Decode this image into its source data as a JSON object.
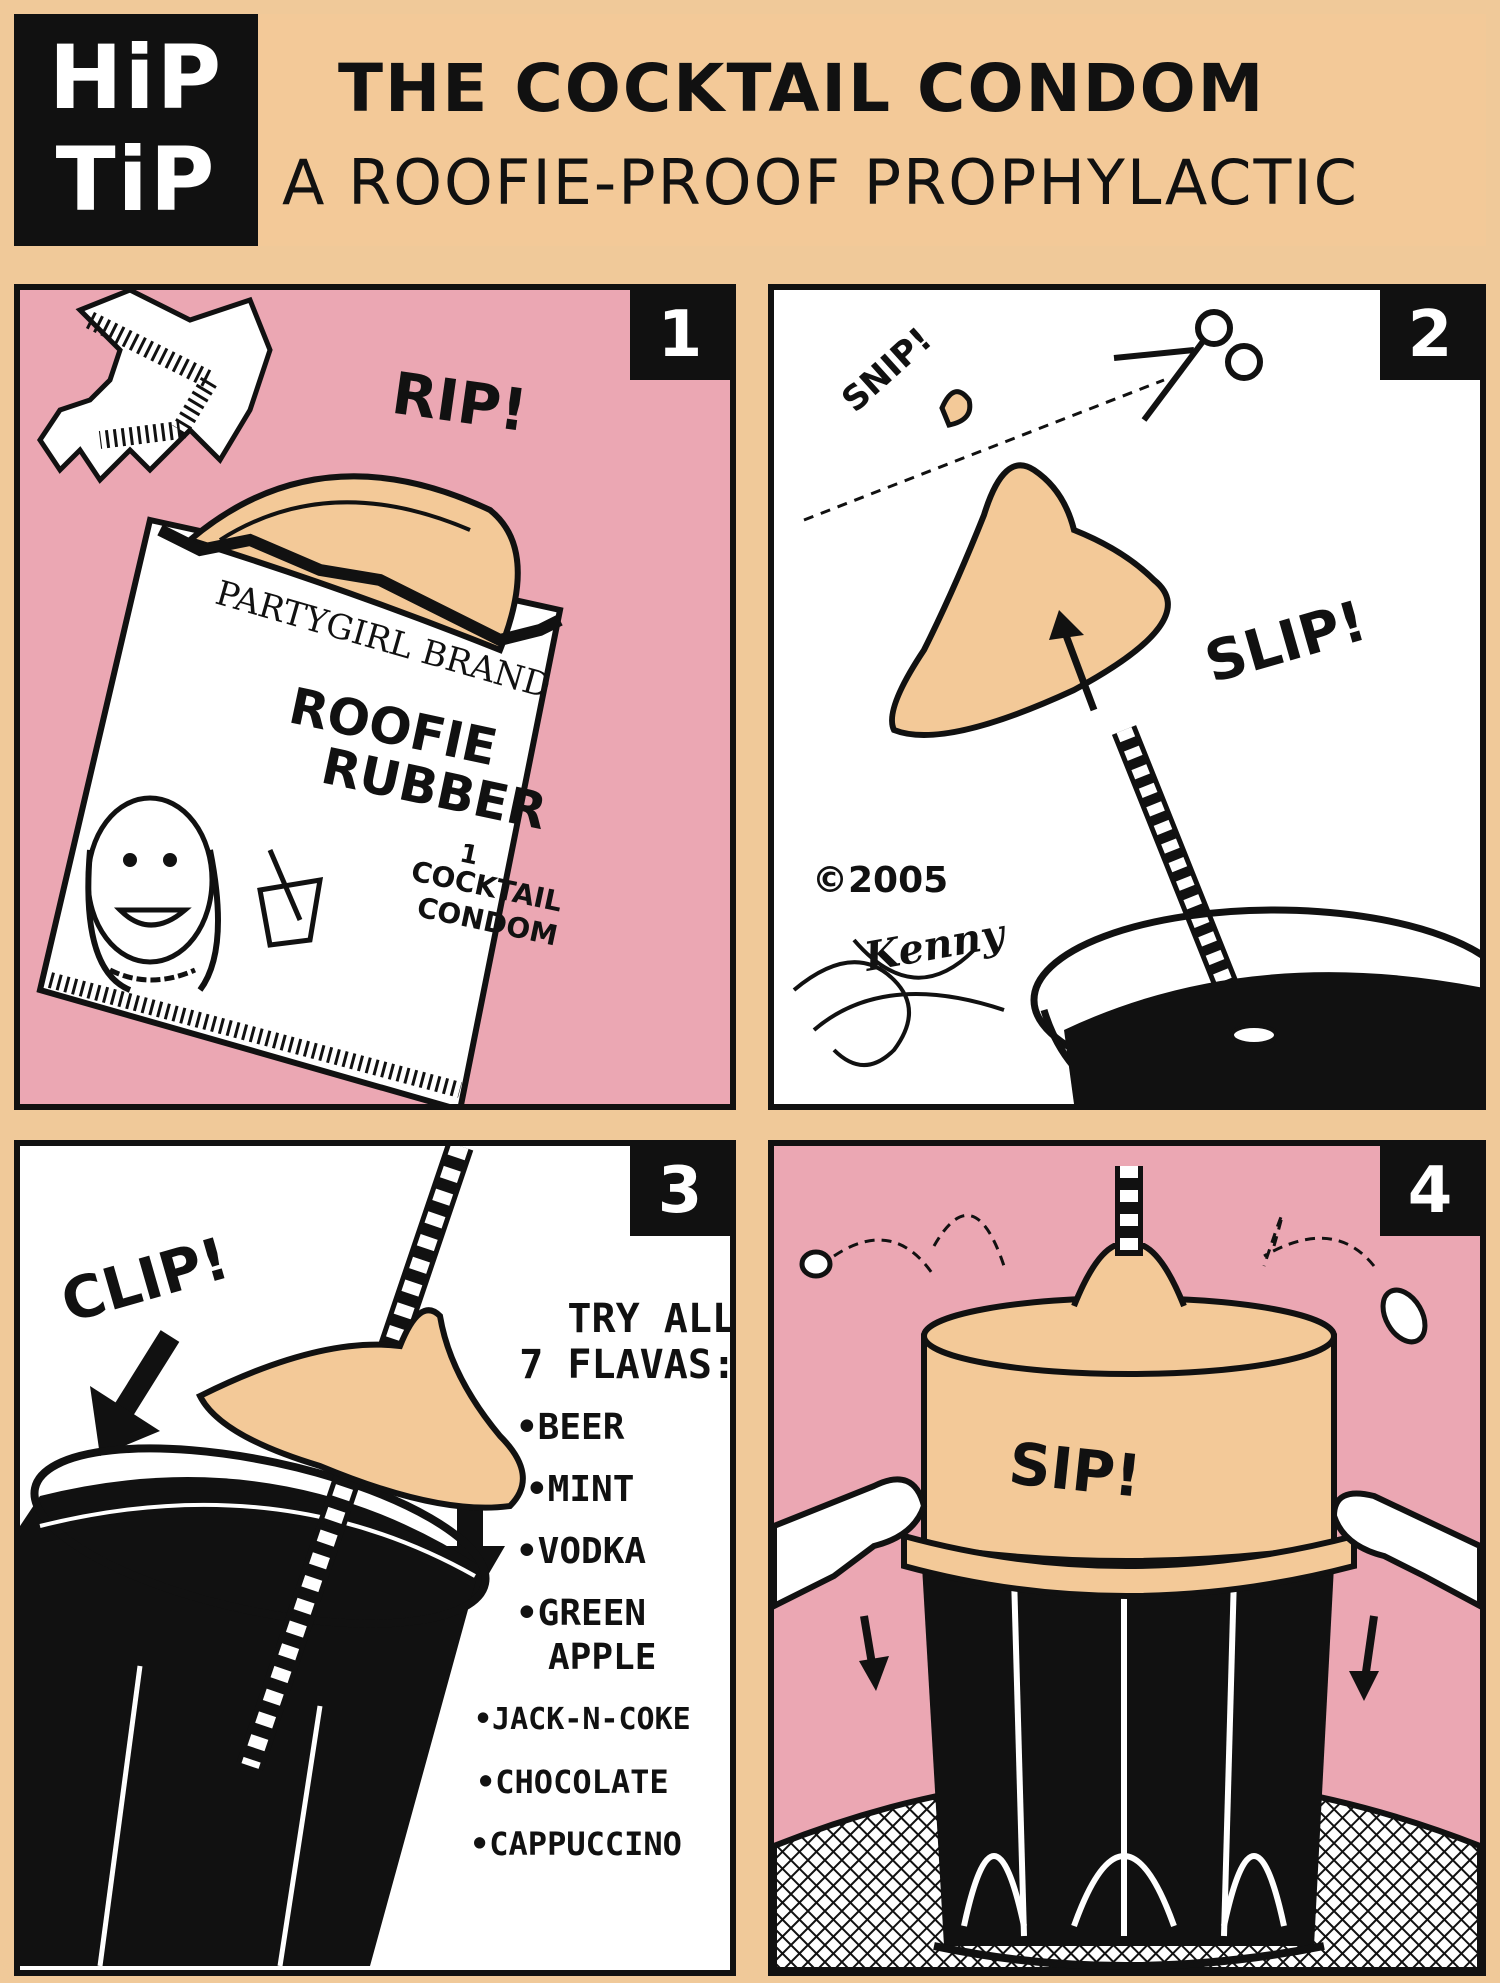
{
  "header": {
    "logo_line1": "HiP",
    "logo_line2": "TiP",
    "title": "THE COCKTAIL CONDOM",
    "subtitle": "A ROOFIE-PROOF PROPHYLACTIC"
  },
  "panels": [
    {
      "number": "1",
      "sound": "RIP!",
      "packet": {
        "brand": "PARTYGIRL BRAND",
        "name_line1": "ROOFIE",
        "name_line2": "RUBBER",
        "count": "1",
        "desc_line1": "COCKTAIL",
        "desc_line2": "CONDOM"
      }
    },
    {
      "number": "2",
      "sound1": "SNIP!",
      "sound2": "SLIP!",
      "copyright": "©2005",
      "signature": "Kenny"
    },
    {
      "number": "3",
      "sound": "CLIP!",
      "flavas_title_line1": "TRY ALL",
      "flavas_title_line2": "7 FLAVAS:",
      "flavas": [
        "•BEER",
        "•MINT",
        "•VODKA",
        "•GREEN",
        "APPLE",
        "•JACK-N-COKE",
        "•CHOCOLATE",
        "•CAPPUCCINO"
      ]
    },
    {
      "number": "4",
      "sound": "SIP!"
    }
  ],
  "colors": {
    "tan": "#f0c999",
    "pink": "#eba7b3",
    "ink": "#111111"
  }
}
